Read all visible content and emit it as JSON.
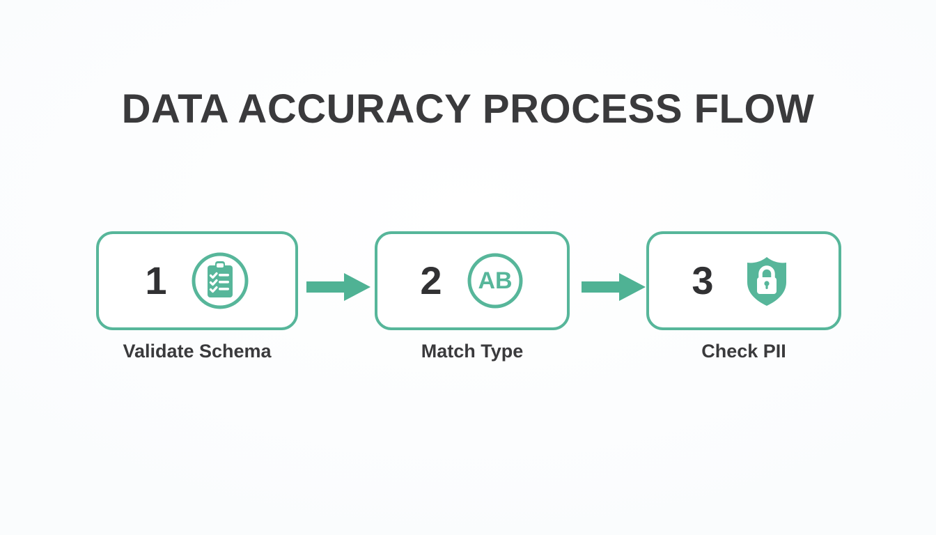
{
  "slide": {
    "title": "DATA ACCURACY PROCESS FLOW",
    "background_color": "#fdfdfe",
    "accent_color": "#57b69a",
    "text_color": "#3a3a3c"
  },
  "steps": [
    {
      "number": "1",
      "label": "Validate Schema",
      "icon": "clipboard-checklist-icon"
    },
    {
      "number": "2",
      "label": "Match Type",
      "icon": "ab-circle-icon",
      "icon_text": "AB"
    },
    {
      "number": "3",
      "label": "Check PII",
      "icon": "shield-lock-icon"
    }
  ],
  "connectors": [
    {
      "name": "arrow-1-to-2",
      "direction": "right",
      "color": "#4fb294"
    },
    {
      "name": "arrow-2-to-3",
      "direction": "right",
      "color": "#4fb294"
    }
  ]
}
